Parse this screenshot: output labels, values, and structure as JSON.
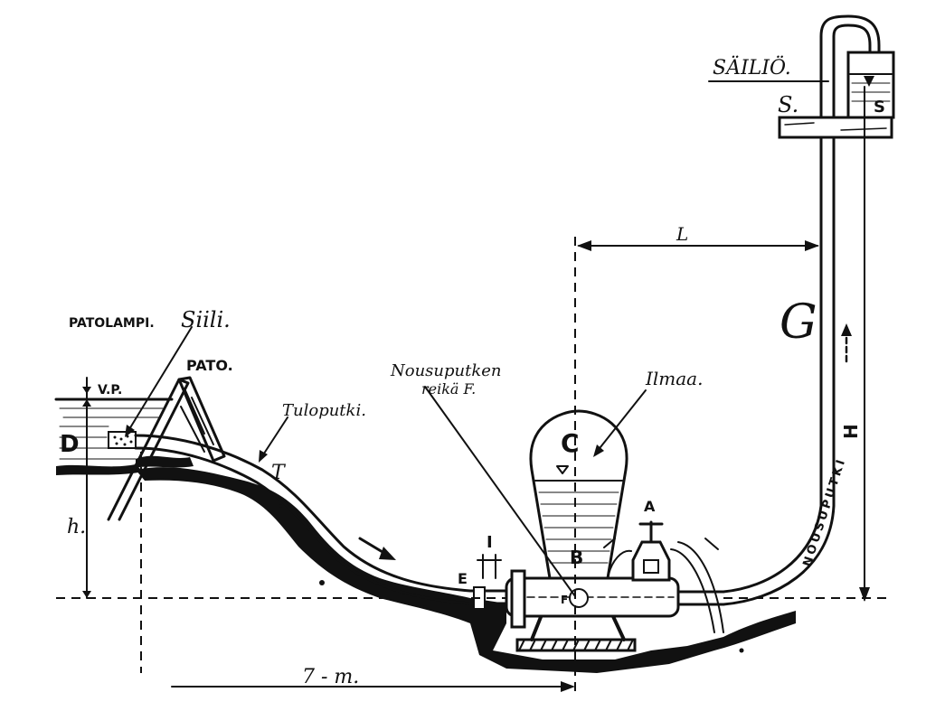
{
  "labels": {
    "patolampi": "PATOLAMPI.",
    "siili": "Siili.",
    "pato": "PATO.",
    "vp": "V.P.",
    "d": "D",
    "h_small": "h.",
    "tuloputki": "Tuloputki.",
    "t": "T",
    "nousuputken_reika": "Nousuputken",
    "nousuputken_reika_2": "reikä F.",
    "ilmaa": "Ilmaa.",
    "c": "C",
    "a": "A",
    "b": "B",
    "e": "E",
    "i": "I",
    "f": "F",
    "l": "L",
    "g": "G",
    "h_big": "H",
    "nousuputki": "NOUSUPUTKI",
    "sailio": "SÄILIÖ.",
    "s": "S.",
    "s_tank": "S",
    "distance": "7 - m."
  },
  "icons": {
    "flow_arrow": "arrow-right-icon",
    "up_arrow": "arrow-up-icon"
  },
  "colors": {
    "ink": "#111111",
    "paper": "#ffffff"
  }
}
